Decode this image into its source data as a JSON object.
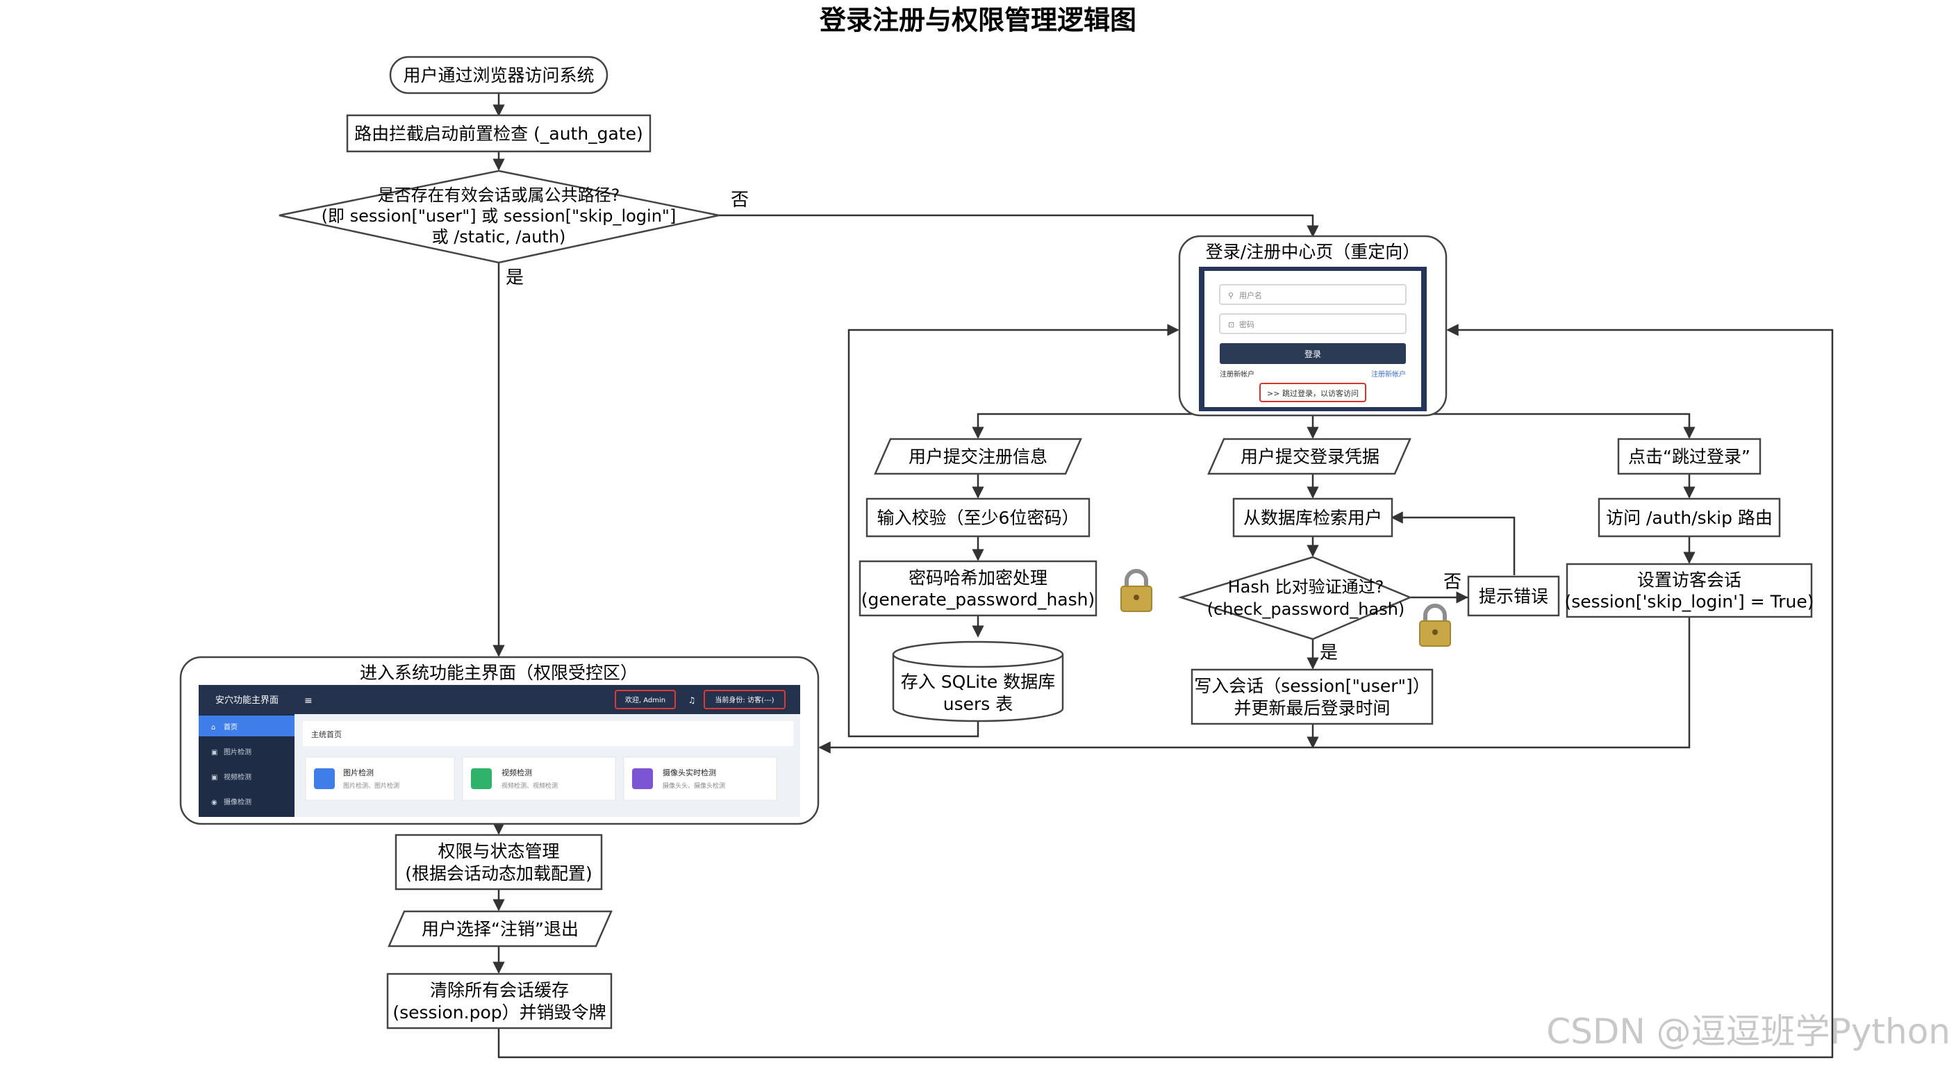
{
  "title": "登录注册与权限管理逻辑图",
  "nodes": {
    "start": [
      "用户通过浏览器访问系统"
    ],
    "gate": [
      "路由拦截启动前置检查 (_auth_gate)"
    ],
    "decision_session": [
      "是否存在有效会话或属公共路径?",
      "(即 session[\"user\"] 或 session[\"skip_login\"]",
      "或 /static, /auth)"
    ],
    "login_center": [
      "登录/注册中心页（重定向）"
    ],
    "submit_register": [
      "用户提交注册信息"
    ],
    "validate": [
      "输入校验（至少6位密码）"
    ],
    "hash_pw": [
      "密码哈希加密处理",
      "(generate_password_hash)"
    ],
    "store_db": [
      "存入 SQLite 数据库",
      "users 表"
    ],
    "submit_login": [
      "用户提交登录凭据"
    ],
    "fetch_user": [
      "从数据库检索用户"
    ],
    "decision_hash": [
      "Hash 比对验证通过?",
      "(check_password_hash)"
    ],
    "error": [
      "提示错误"
    ],
    "write_session": [
      "写入会话（session[\"user\"]）",
      "并更新最后登录时间"
    ],
    "click_skip": [
      "点击“跳过登录”"
    ],
    "visit_skip": [
      "访问 /auth/skip 路由"
    ],
    "guest_session": [
      "设置访客会话",
      "(session['skip_login'] = True)"
    ],
    "main_page": [
      "进入系统功能主界面（权限受控区）"
    ],
    "perm_mgmt": [
      "权限与状态管理",
      "(根据会话动态加载配置)"
    ],
    "logout": [
      "用户选择“注销”退出"
    ],
    "clear_session": [
      "清除所有会话缓存",
      "(session.pop）并销毁令牌"
    ]
  },
  "edge_labels": {
    "no_1": "否",
    "yes_1": "是",
    "no_2": "否",
    "yes_2": "是"
  },
  "login_mock": {
    "username_placeholder": "用户名",
    "password_placeholder": "密码",
    "login_button": "登录",
    "register_link_left": "注册新帐户",
    "register_link_right": "注册新帐户",
    "skip_link": ">> 跳过登录，以访客访问"
  },
  "main_mock": {
    "app_name": "安穴功能主界面",
    "menu_icon": "≡",
    "welcome_badge": "欢迎, Admin",
    "role_badge": "当前身份: 访客(---)",
    "breadcrumb": "主统首页",
    "sidebar_items": [
      "首页",
      "图片检测",
      "视频检测",
      "摄像检测"
    ],
    "cards": [
      {
        "title": "图片检测",
        "sub": "图片检测、图片检测",
        "color": "#3f7ee8"
      },
      {
        "title": "视频检测",
        "sub": "视频检测、视频检测",
        "color": "#2fb36b"
      },
      {
        "title": "摄像头实时检测",
        "sub": "摄像头头、摄像头检测",
        "color": "#7b55d4"
      }
    ]
  },
  "watermark": "CSDN @逗逗班学Python",
  "colors": {
    "line": "#333333",
    "node_border": "#444444",
    "lock": "#c9a646"
  }
}
